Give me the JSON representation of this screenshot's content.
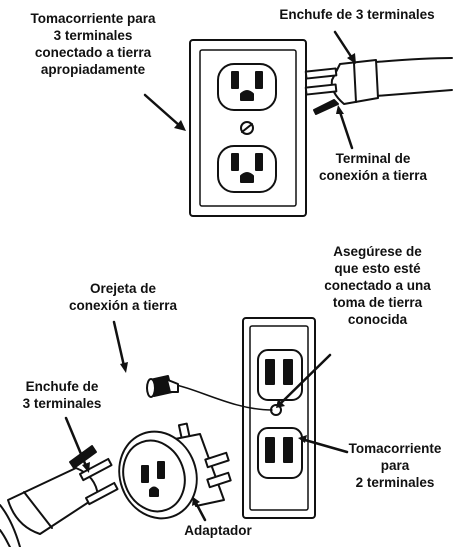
{
  "top_diagram": {
    "outlet_label": [
      "Tomacorriente para",
      "3 terminales",
      "conectado a tierra",
      "apropiadamente"
    ],
    "plug_label": "Enchufe de 3 terminales",
    "ground_pin_label": [
      "Terminal de",
      "conexión a tierra"
    ]
  },
  "bottom_diagram": {
    "ground_lug_label": [
      "Orejeta de",
      "conexión a tierra"
    ],
    "plug_label": [
      "Enchufe de",
      "3 terminales"
    ],
    "ground_note_label": [
      "Asegúrese de",
      "que esto esté",
      "conectado a una",
      "toma de tierra",
      "conocida"
    ],
    "outlet_label": [
      "Tomacorriente",
      "para",
      "2 terminales"
    ],
    "adapter_label": "Adaptador"
  },
  "colors": {
    "ink": "#111111",
    "background": "#ffffff"
  }
}
